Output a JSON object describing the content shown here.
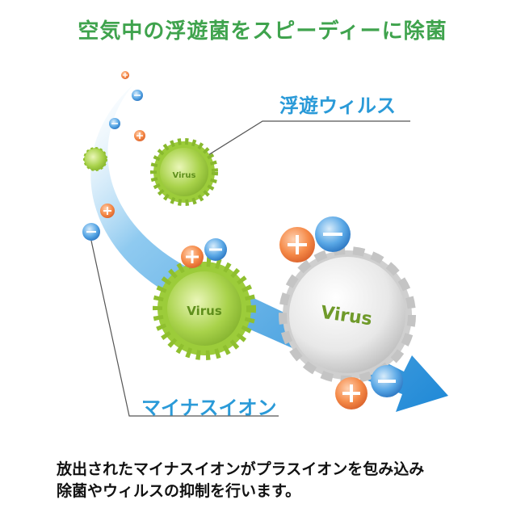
{
  "title": "空気中の浮遊菌をスピーディーに除菌",
  "labels": {
    "floating_virus": "浮遊ウィルス",
    "minus_ion": "マイナスイオン"
  },
  "virus_text": "Virus",
  "caption": {
    "line1": "放出されたマイナスイオンがプラスイオンを包み込み",
    "line2": "除菌やウィルスの抑制を行います。"
  },
  "colors": {
    "title": "#3fa34d",
    "label": "#2a9ad8",
    "arrow": "#2f9be0",
    "virus_green": "#9ccc3a",
    "virus_gray": "#d9d9d9",
    "plus_ion": "#f07a3a",
    "minus_ion": "#3a8fd8"
  }
}
